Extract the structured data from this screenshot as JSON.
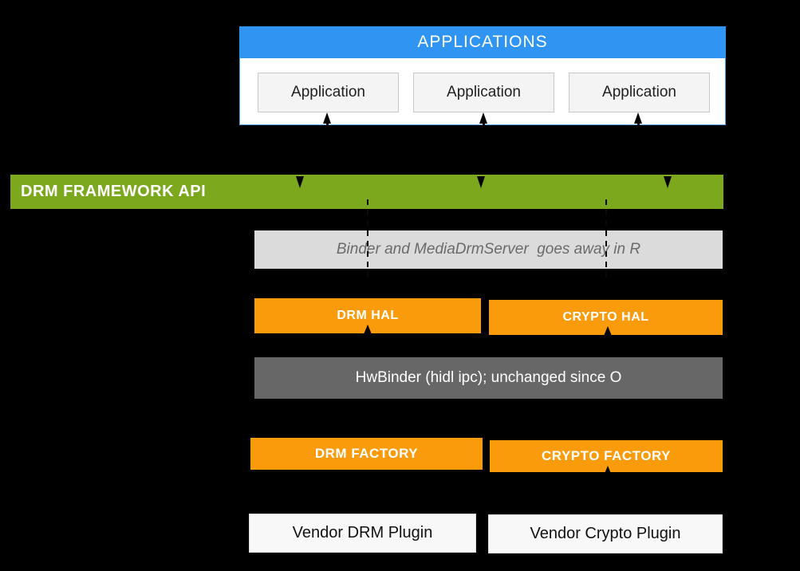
{
  "applications_panel": {
    "header_label": "APPLICATIONS",
    "app_boxes": [
      "Application",
      "Application",
      "Application"
    ]
  },
  "framework": {
    "label": "DRM FRAMEWORK API"
  },
  "binder_note": {
    "label": "Binder and MediaDrmServer  goes away in R"
  },
  "hal": {
    "drm_label": "DRM HAL",
    "crypto_label": "CRYPTO HAL"
  },
  "hwbinder": {
    "label": "HwBinder (hidl ipc); unchanged since O"
  },
  "factory": {
    "drm_label": "DRM FACTORY",
    "crypto_label": "CRYPTO FACTORY"
  },
  "vendor": {
    "drm_label": "Vendor DRM Plugin",
    "crypto_label": "Vendor Crypto Plugin"
  },
  "connectors": {
    "app_to_framework_arrows": 3,
    "hal_to_hwbinder_arrows": 2,
    "factory_to_vendor_arrows": 1,
    "dashed_deprecation_lines": 2
  },
  "colors": {
    "background": "#000000",
    "applications_blue": "#3095F2",
    "framework_green": "#7CA81D",
    "hal_orange": "#F99B0B",
    "hwbinder_gray": "#676767",
    "note_gray": "#DBDBDB",
    "panel_border_blue": "#4FA0EC"
  }
}
